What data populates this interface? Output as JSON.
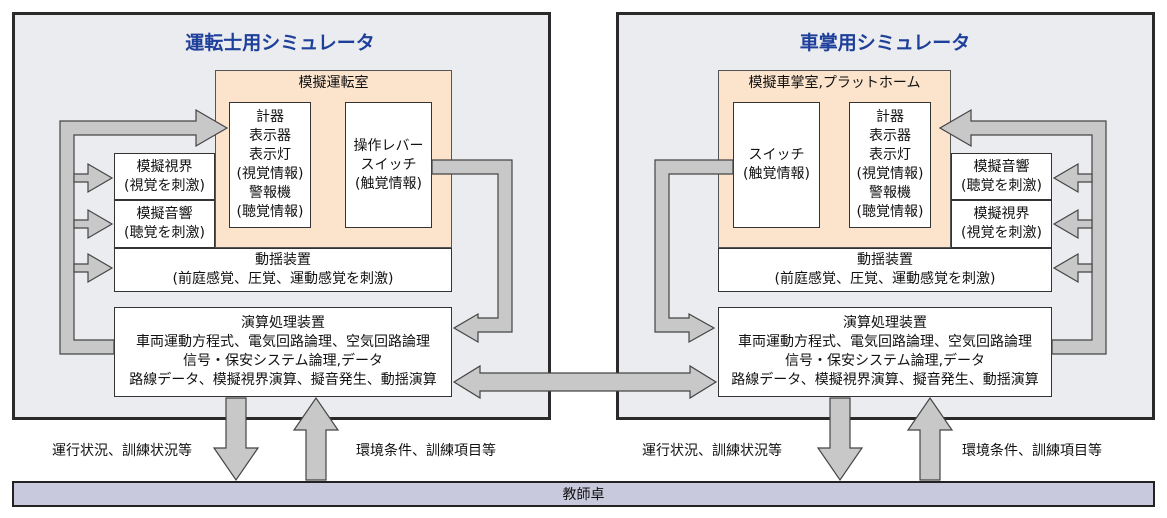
{
  "left": {
    "title": "運転士用シミュレータ",
    "cab_label": "模擬運転室",
    "instruments": "計器\n表示器\n表示灯\n(視覚情報)\n警報機\n(聴覚情報)",
    "controls": "操作レバー\nスイッチ\n(触覚情報)",
    "visual": "模擬視界\n(視覚を刺激)",
    "sound": "模擬音響\n(聴覚を刺激)",
    "motion": "動揺装置\n(前庭感覚、圧覚、運動感覚を刺激)",
    "compute": "演算処理装置\n車両運動方程式、電気回路論理、空気回路論理\n信号・保安システム論理,データ\n路線データ、模擬視界演算、擬音発生、動揺演算"
  },
  "right": {
    "title": "車掌用シミュレータ",
    "cab_label": "模擬車掌室,プラットホーム",
    "switch": "スイッチ\n(触覚情報)",
    "instruments": "計器\n表示器\n表示灯\n(視覚情報)\n警報機\n(聴覚情報)",
    "sound": "模擬音響\n(聴覚を刺激)",
    "visual": "模擬視界\n(視覚を刺激)",
    "motion": "動揺装置\n(前庭感覚、圧覚、運動感覚を刺激)",
    "compute": "演算処理装置\n車両運動方程式、電気回路論理、空気回路論理\n信号・保安システム論理,データ\n路線データ、模擬視界演算、擬音発生、動揺演算"
  },
  "bottom": {
    "status_left": "運行状況、訓練状況等",
    "conditions_left": "環境条件、訓練項目等",
    "status_right": "運行状況、訓練状況等",
    "conditions_right": "環境条件、訓練項目等",
    "teacher": "教師卓"
  }
}
